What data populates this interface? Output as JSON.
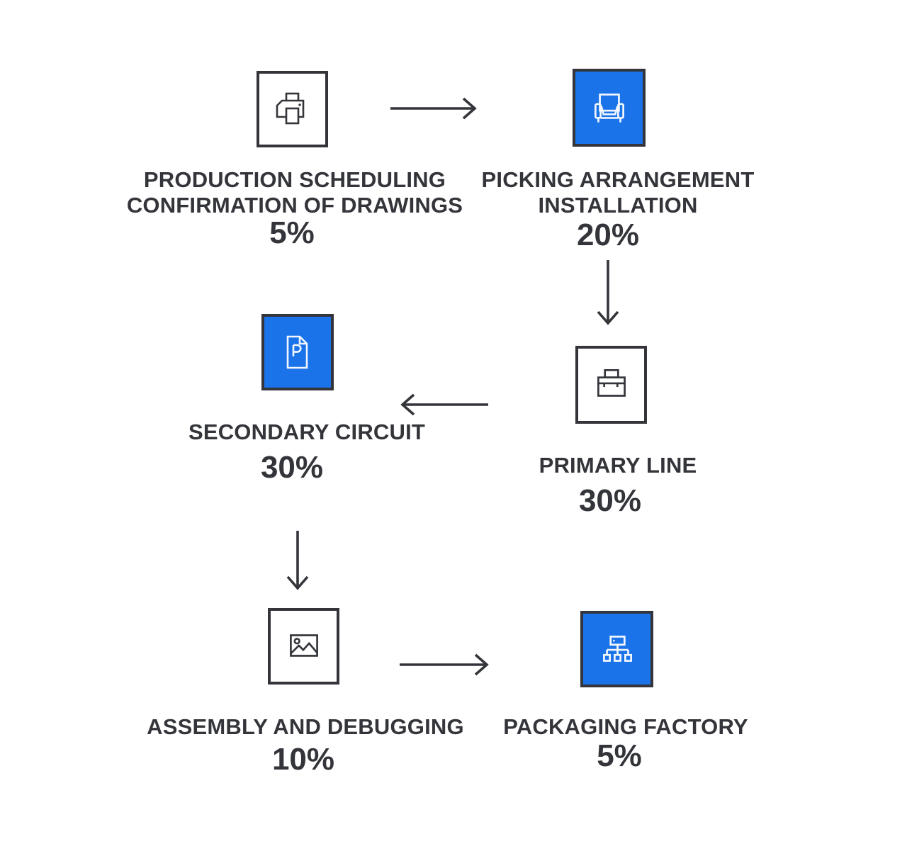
{
  "colors": {
    "accent": "#1a73e8",
    "ink": "#33353a",
    "bg": "#ffffff"
  },
  "nodes": [
    {
      "id": "production-scheduling-confirmation-of-drawings",
      "lines": [
        "PRODUCTION SCHEDULING",
        "CONFIRMATION OF DRAWINGS"
      ],
      "percent": "5%",
      "icon": "printer-icon",
      "variant": "outline"
    },
    {
      "id": "picking-arrangement-installation",
      "lines": [
        "PICKING ARRANGEMENT",
        "INSTALLATION"
      ],
      "percent": "20%",
      "icon": "armchair-icon",
      "variant": "filled"
    },
    {
      "id": "secondary-circuit",
      "lines": [
        "SECONDARY CIRCUIT"
      ],
      "percent": "30%",
      "icon": "document-p-icon",
      "variant": "filled"
    },
    {
      "id": "primary-line",
      "lines": [
        "PRIMARY LINE"
      ],
      "percent": "30%",
      "icon": "briefcase-icon",
      "variant": "outline"
    },
    {
      "id": "assembly-and-debugging",
      "lines": [
        "ASSEMBLY AND DEBUGGING"
      ],
      "percent": "10%",
      "icon": "image-icon",
      "variant": "outline"
    },
    {
      "id": "packaging-factory",
      "lines": [
        "PACKAGING FACTORY"
      ],
      "percent": "5%",
      "icon": "sitemap-icon",
      "variant": "filled"
    }
  ],
  "flow": [
    {
      "from": "production-scheduling-confirmation-of-drawings",
      "to": "picking-arrangement-installation",
      "direction": "right"
    },
    {
      "from": "picking-arrangement-installation",
      "to": "primary-line",
      "direction": "down"
    },
    {
      "from": "primary-line",
      "to": "secondary-circuit",
      "direction": "left"
    },
    {
      "from": "secondary-circuit",
      "to": "assembly-and-debugging",
      "direction": "down"
    },
    {
      "from": "assembly-and-debugging",
      "to": "packaging-factory",
      "direction": "right"
    }
  ]
}
